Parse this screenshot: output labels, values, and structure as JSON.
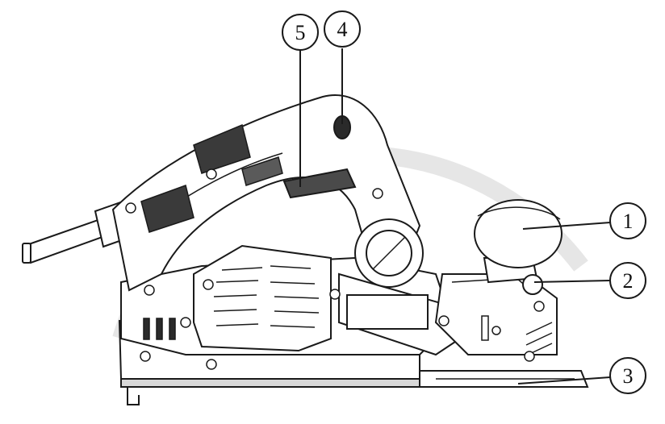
{
  "diagram": {
    "subject": "electric-planer-side-view",
    "colors": {
      "line": "#1a1a1a",
      "body": "#ffffff",
      "dark": "#3a3a3a",
      "shade": "#d8d8d8",
      "watermark": "#e6e6e6"
    },
    "callouts": [
      {
        "id": "1",
        "label": "1"
      },
      {
        "id": "2",
        "label": "2"
      },
      {
        "id": "3",
        "label": "3"
      },
      {
        "id": "4",
        "label": "4"
      },
      {
        "id": "5",
        "label": "5"
      }
    ]
  }
}
